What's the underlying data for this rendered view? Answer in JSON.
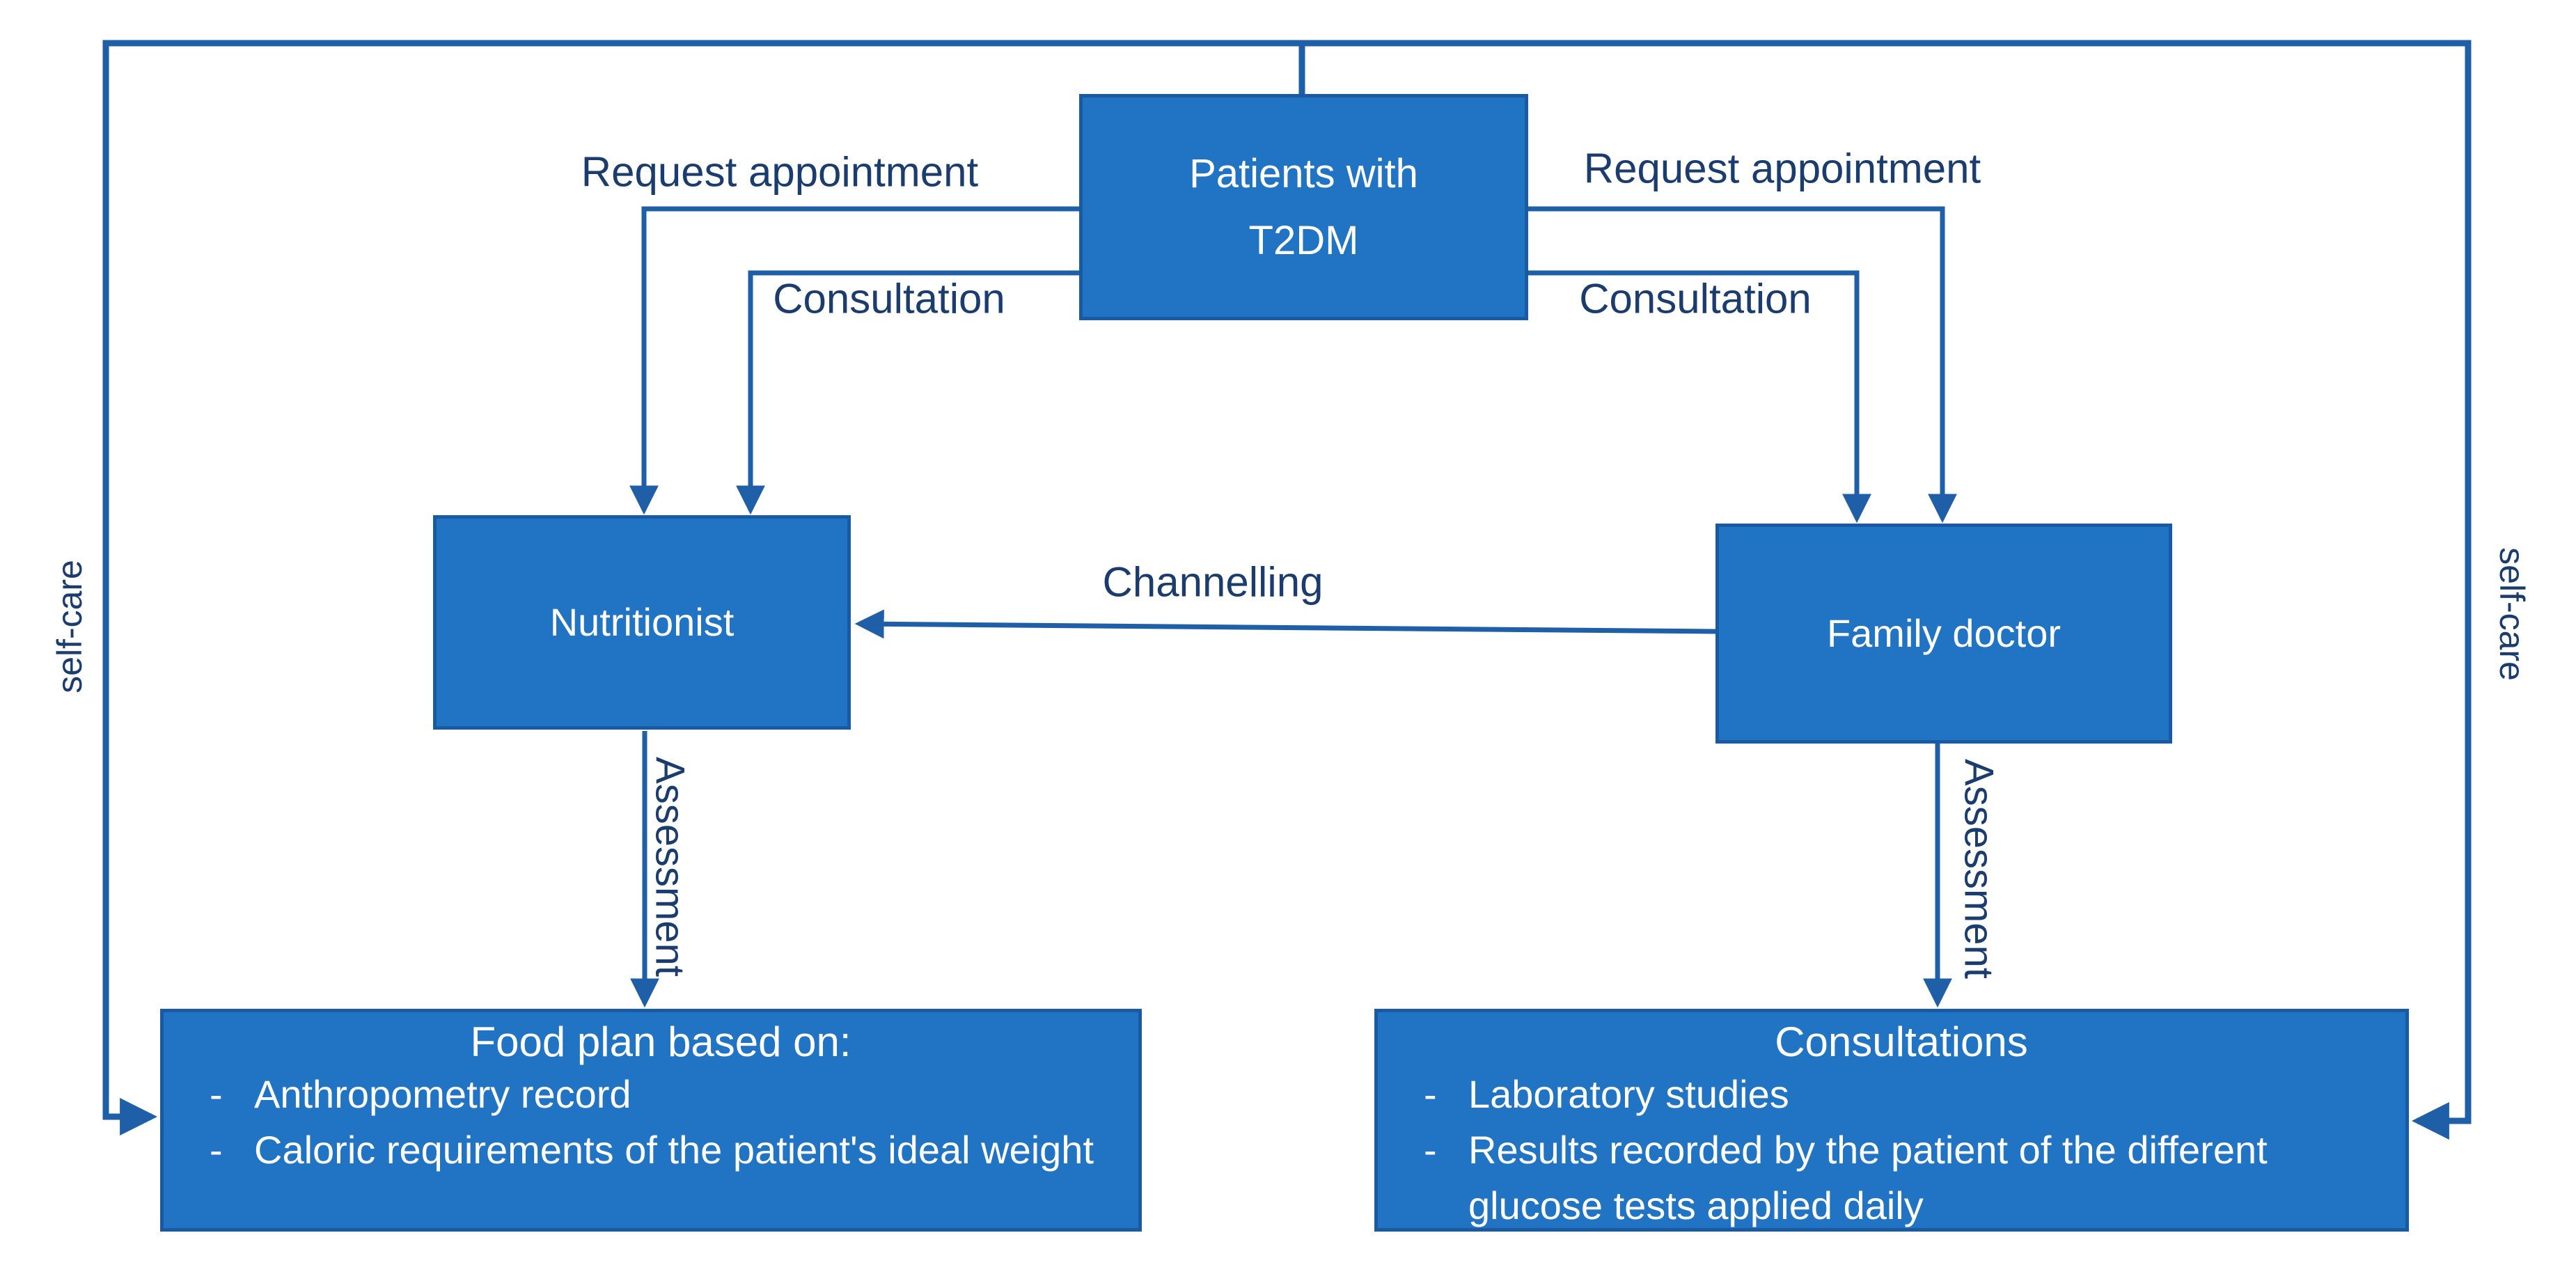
{
  "colors": {
    "box_fill": "#2173c4",
    "box_border": "#1a5aa2",
    "line": "#1e5fa8",
    "label": "#1b3c6e",
    "box_text": "#ffffff",
    "background": "#ffffff"
  },
  "nodes": {
    "patients": {
      "label": "Patients with T2DM"
    },
    "nutritionist": {
      "label": "Nutritionist"
    },
    "family_doctor": {
      "label": "Family doctor"
    },
    "food_plan": {
      "title": "Food plan based on:",
      "bullet_marker": "-",
      "bullets": [
        "Anthropometry record",
        "Caloric requirements of the patient's ideal weight"
      ]
    },
    "consultations": {
      "title": "Consultations",
      "bullet_marker": "-",
      "bullets": [
        "Laboratory studies",
        "Results recorded by the patient of the different glucose tests applied daily"
      ]
    }
  },
  "edges": {
    "request_appointment_left": {
      "label": "Request appointment"
    },
    "consultation_left": {
      "label": "Consultation"
    },
    "request_appointment_right": {
      "label": "Request appointment"
    },
    "consultation_right": {
      "label": "Consultation"
    },
    "channelling": {
      "label": "Channelling"
    },
    "assessment_left": {
      "label": "Assessment"
    },
    "assessment_right": {
      "label": "Assessment"
    },
    "self_care_left": {
      "label": "self-care"
    },
    "self_care_right": {
      "label": "self-care"
    }
  }
}
